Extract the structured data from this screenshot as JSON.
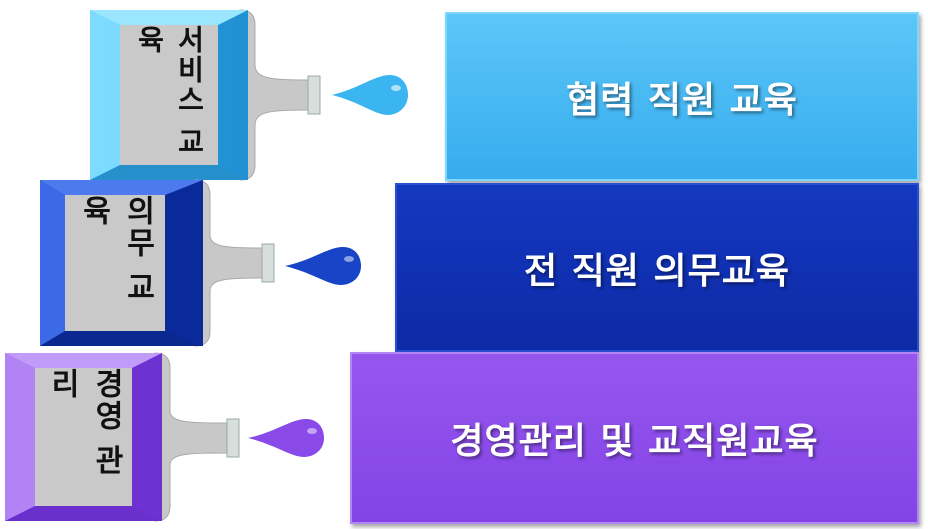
{
  "rows": [
    {
      "bottle_label": "서비스 교육",
      "box_text": "협력 직원 교육",
      "colors": {
        "light": "#55C8F5",
        "dark": "#2FA9E6",
        "box": "#3FB4F2",
        "drop": "#3AB5F0"
      }
    },
    {
      "bottle_label": "의무 교육",
      "box_text": "전 직원 의무교육",
      "colors": {
        "light": "#1E4FD0",
        "dark": "#0B2EAA",
        "box": "#1233B8",
        "drop": "#1845C8"
      }
    },
    {
      "bottle_label": "경영 관리",
      "box_text": "경영관리 및 교직원교육",
      "colors": {
        "light": "#A063F0",
        "dark": "#7A3CE0",
        "box": "#8B4CEB",
        "drop": "#8A4AEA"
      }
    }
  ]
}
